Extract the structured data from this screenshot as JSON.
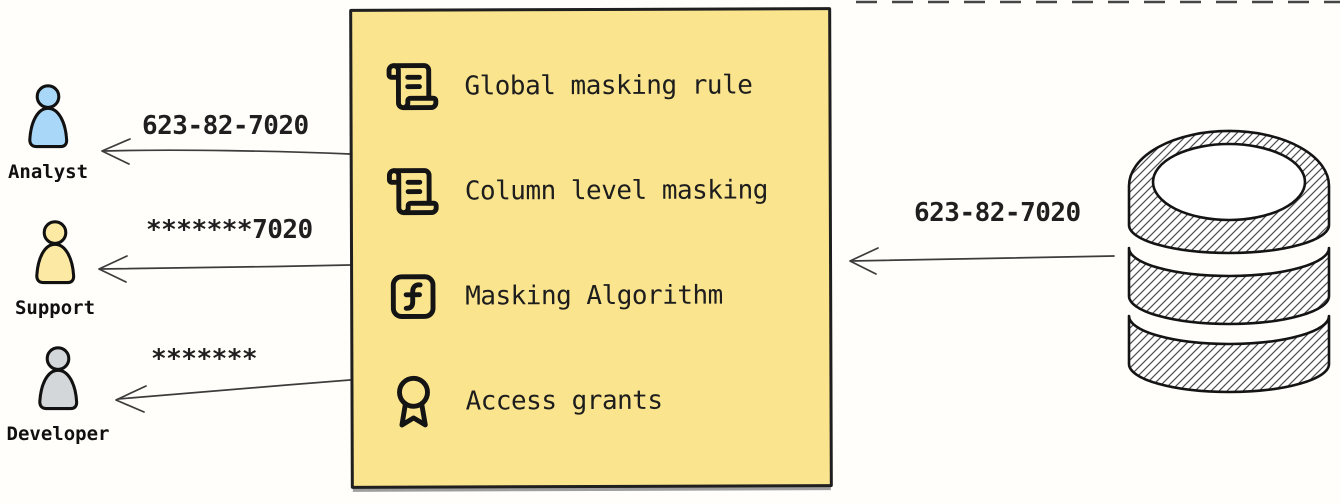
{
  "canvas": {
    "background": "#fffefa"
  },
  "box": {
    "background": "#fae48e",
    "border_color": "#1f1f1f",
    "items": [
      {
        "icon": "scroll-icon",
        "label": "Global masking rule"
      },
      {
        "icon": "scroll-icon",
        "label": "Column level masking"
      },
      {
        "icon": "function-icon",
        "label": "Masking Algorithm"
      },
      {
        "icon": "award-icon",
        "label": "Access grants"
      }
    ]
  },
  "actors": [
    {
      "name": "Analyst",
      "fill": "#a9d7f7",
      "received_value": "623-82-7020"
    },
    {
      "name": "Support",
      "fill": "#fbe9a4",
      "received_value": "*******7020"
    },
    {
      "name": "Developer",
      "fill": "#d4d7da",
      "received_value": "*******"
    }
  ],
  "database": {
    "sent_value": "623-82-7020"
  },
  "arrow_color": "#3c3c3c"
}
